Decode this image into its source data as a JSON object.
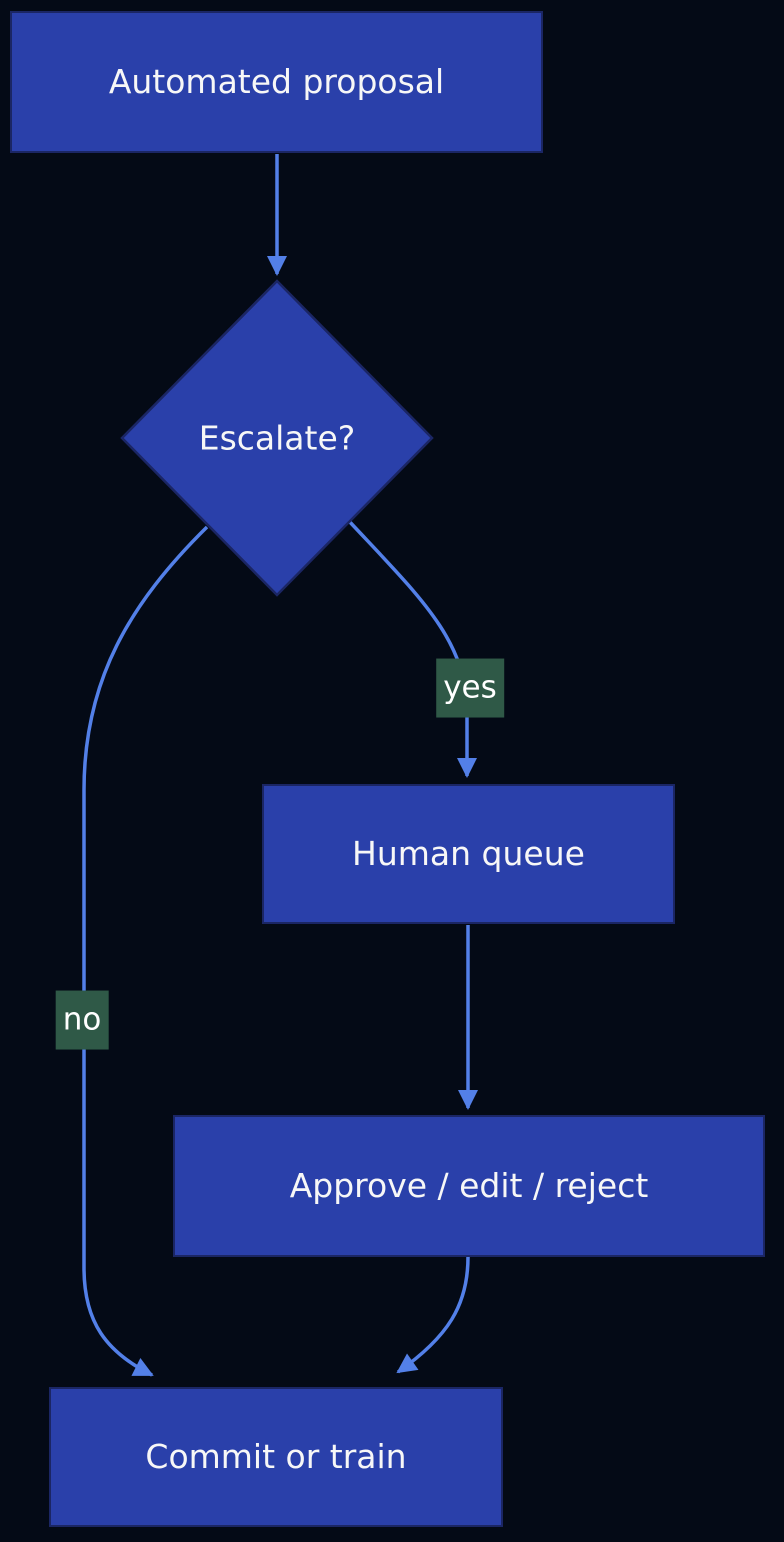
{
  "flowchart": {
    "direction": "top-down",
    "nodes": [
      {
        "id": "A",
        "label": "Automated proposal",
        "shape": "rectangle"
      },
      {
        "id": "B",
        "label": "Escalate?",
        "shape": "diamond"
      },
      {
        "id": "C",
        "label": "Human queue",
        "shape": "rectangle"
      },
      {
        "id": "D",
        "label": "Approve / edit / reject",
        "shape": "rectangle"
      },
      {
        "id": "E",
        "label": "Commit or train",
        "shape": "rectangle"
      }
    ],
    "edges": [
      {
        "from": "A",
        "to": "B",
        "label": ""
      },
      {
        "from": "B",
        "to": "C",
        "label": "yes"
      },
      {
        "from": "B",
        "to": "E",
        "label": "no"
      },
      {
        "from": "C",
        "to": "D",
        "label": ""
      },
      {
        "from": "D",
        "to": "E",
        "label": ""
      }
    ],
    "colors": {
      "background": "#040a16",
      "node_fill": "#2a40aa",
      "node_border": "#1b2664",
      "node_text": "#f7f7f7",
      "edge": "#5380e8",
      "edge_label_bg": "#2f5947",
      "edge_label_text": "#ffffff"
    }
  }
}
